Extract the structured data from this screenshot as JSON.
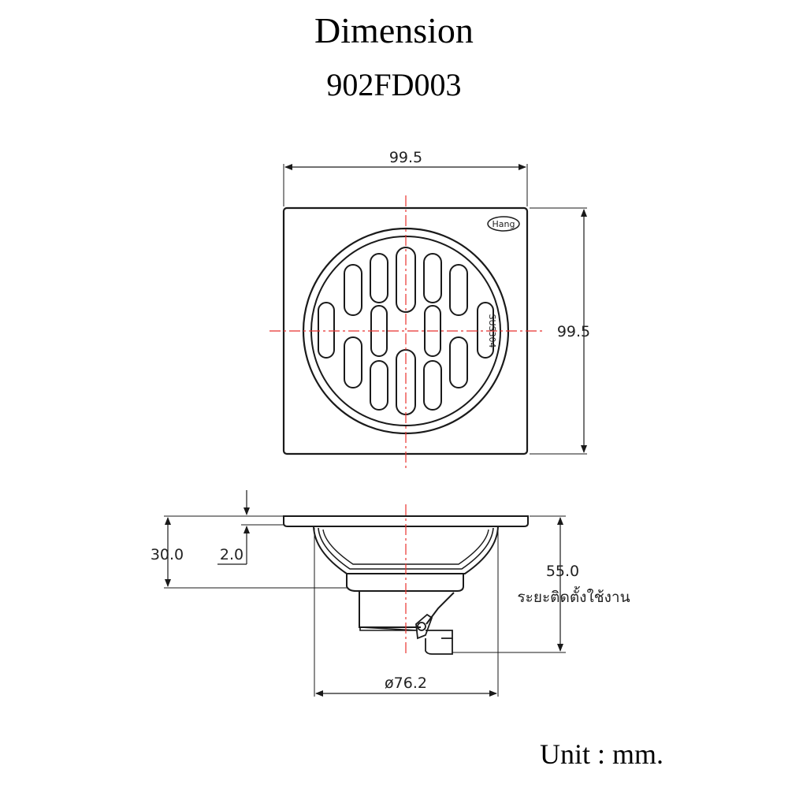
{
  "title": "Dimension",
  "model": "902FD003",
  "unit": "Unit : mm.",
  "top_view": {
    "width_label": "99.5",
    "height_label": "99.5",
    "logo_text": "Hang",
    "material_text": "SUS304"
  },
  "side_view": {
    "total_height_label": "30.0",
    "flange_label": "2.0",
    "install_label": "55.0",
    "install_caption": "ระยะติดตั้งใช้งาน",
    "diameter_label": "ø76.2"
  },
  "colors": {
    "line": "#1a1a1a",
    "center_line": "#e8322e"
  }
}
